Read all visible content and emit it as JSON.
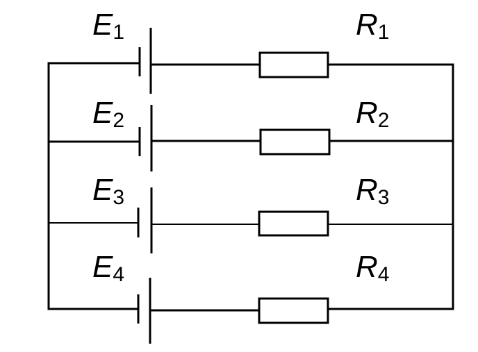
{
  "diagram": {
    "branches": [
      {
        "emf": {
          "symbol": "E",
          "index": "1"
        },
        "resistor": {
          "symbol": "R",
          "index": "1"
        }
      },
      {
        "emf": {
          "symbol": "E",
          "index": "2"
        },
        "resistor": {
          "symbol": "R",
          "index": "2"
        }
      },
      {
        "emf": {
          "symbol": "E",
          "index": "3"
        },
        "resistor": {
          "symbol": "R",
          "index": "3"
        }
      },
      {
        "emf": {
          "symbol": "E",
          "index": "4"
        },
        "resistor": {
          "symbol": "R",
          "index": "4"
        }
      }
    ]
  }
}
